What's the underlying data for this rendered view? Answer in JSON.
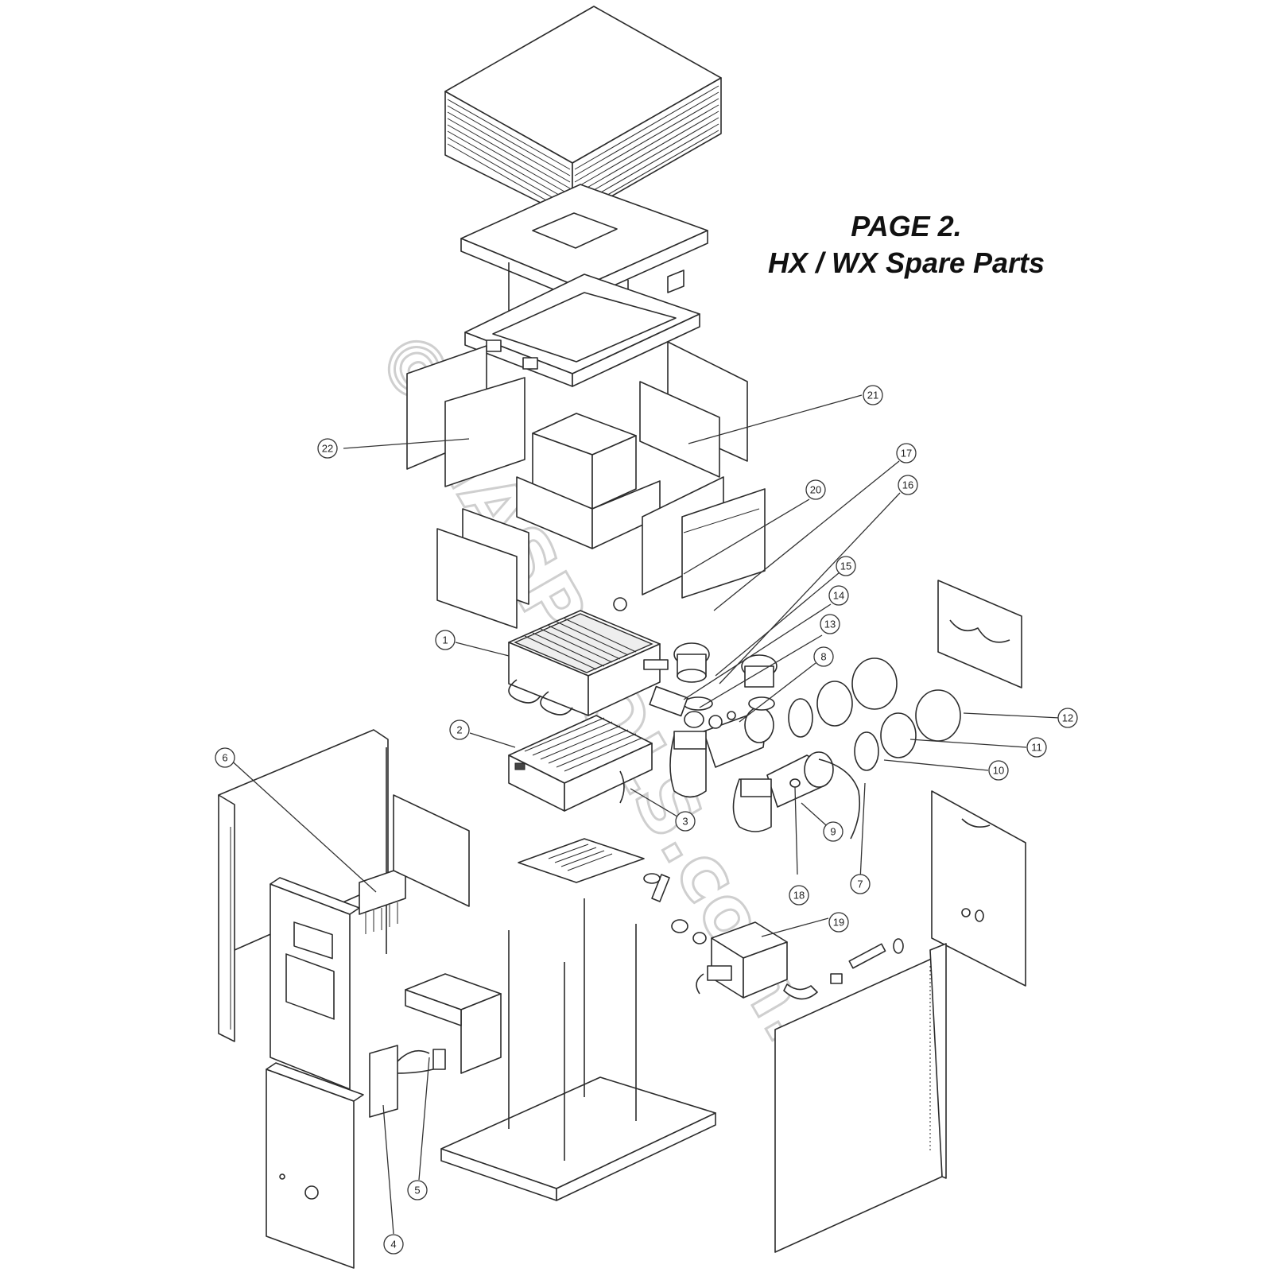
{
  "title": {
    "line1": "PAGE 2.",
    "line2": "HX / WX Spare Parts"
  },
  "watermark": "© HASPOOLS.com.au",
  "callouts": [
    {
      "id": "c1",
      "label": "1"
    },
    {
      "id": "c2",
      "label": "2"
    },
    {
      "id": "c3",
      "label": "3"
    },
    {
      "id": "c4",
      "label": "4"
    },
    {
      "id": "c5",
      "label": "5"
    },
    {
      "id": "c6",
      "label": "6"
    },
    {
      "id": "c7",
      "label": "7"
    },
    {
      "id": "c8",
      "label": "8"
    },
    {
      "id": "c9",
      "label": "9"
    },
    {
      "id": "c10",
      "label": "10"
    },
    {
      "id": "c11",
      "label": "11"
    },
    {
      "id": "c12",
      "label": "12"
    },
    {
      "id": "c13",
      "label": "13"
    },
    {
      "id": "c14",
      "label": "14"
    },
    {
      "id": "c15",
      "label": "15"
    },
    {
      "id": "c16",
      "label": "16"
    },
    {
      "id": "c17",
      "label": "17"
    },
    {
      "id": "c18",
      "label": "18"
    },
    {
      "id": "c19",
      "label": "19"
    },
    {
      "id": "c20",
      "label": "20"
    },
    {
      "id": "c21",
      "label": "21"
    },
    {
      "id": "c22",
      "label": "22"
    }
  ]
}
